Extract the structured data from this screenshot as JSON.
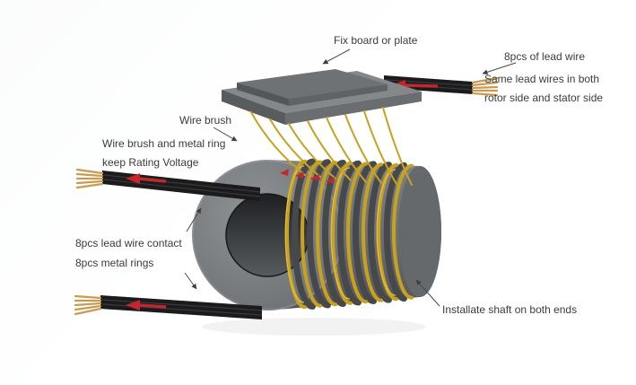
{
  "labels": {
    "fix_board": "Fix board or plate",
    "lead_wire": "8pcs of lead wire",
    "same_lead_1": "Same lead wires in both",
    "same_lead_2": "rotor side and stator side",
    "wire_brush": "Wire brush",
    "rating_1": "Wire brush and metal ring",
    "rating_2": "keep Rating Voltage",
    "contact_1": "8pcs lead wire contact",
    "contact_2": "8pcs metal rings",
    "shaft": "Installate shaft on both ends"
  },
  "colors": {
    "label_text": "#3b3b3b",
    "wire_yellow": "#c7a21f",
    "cable_black": "#1b1b1d",
    "contact_gold": "#c89b52",
    "arrow_red": "#c1272d",
    "body_gray": "#77797c",
    "plate_gray": "#85888b"
  }
}
